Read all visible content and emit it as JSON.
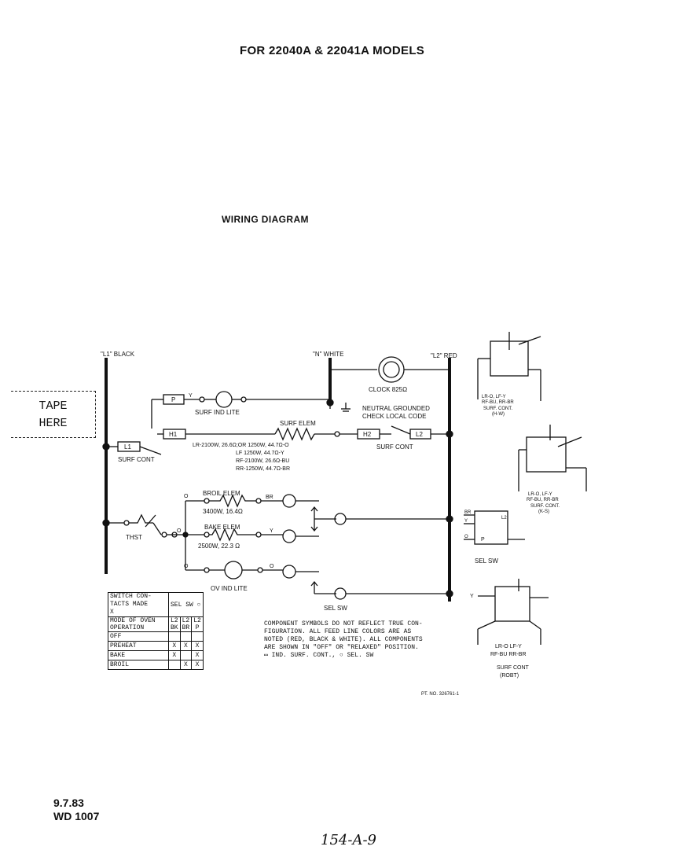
{
  "header": {
    "title": "FOR 22040A & 22041A MODELS",
    "subtitle": "WIRING DIAGRAM"
  },
  "tape": {
    "line1": "TAPE",
    "line2": "HERE"
  },
  "labels": {
    "l1": "\"L1\" BLACK",
    "n": "\"N\" WHITE",
    "l2": "\"L2\" RED",
    "clock": "CLOCK 825Ω",
    "surf_ind_lite": "SURF IND LITE",
    "neutral_line1": "NEUTRAL GROUNDED",
    "neutral_line2": "CHECK LOCAL CODE",
    "surf_elem": "SURF ELEM",
    "surf_cont_left": "SURF CONT",
    "surf_cont_right": "SURF CONT",
    "elem_line1": "LR-2100W, 26.6Ω;OR 1250W, 44.7Ω-O",
    "elem_line2": "LF 1250W, 44.7Ω-Y",
    "elem_line3": "RF-2100W, 26.6Ω-BU",
    "elem_line4": "RR-1250W, 44.7Ω-BR",
    "broil_elem": "BROIL ELEM",
    "broil_spec": "3400W, 16.4Ω",
    "bake_elem": "BAKE ELEM",
    "bake_spec": "2500W, 22.3 Ω",
    "thst": "THST",
    "ov_ind_lite": "OV IND LITE",
    "sel_sw": "SEL SW",
    "sel_sw_right": "SEL SW",
    "pt_no": "PT. NO. 326761-1",
    "p": "P",
    "y": "Y",
    "h1": "H1",
    "h2": "H2",
    "l1box": "L1",
    "l2box": "L2",
    "br": "BR",
    "o": "O",
    "surf_cont_hw": "SURF. CONT.",
    "surf_cont_hw_sub": "(H-W)",
    "surf_cont_ks": "SURF. CONT.",
    "surf_cont_ks_sub": "(K-S)",
    "surf_cont_robt": "SURF CONT",
    "surf_cont_robt_sub": "(ROBT)",
    "lr_lf_hw": "LR-O, LF-Y",
    "rf_rr_hw": "RF-BU, RR-BR",
    "lr_lf_ks": "LR-O, LF-Y",
    "rf_rr_ks": "RF-BU, RR-BR",
    "lr_lf_robt": "LR-O   LF-Y",
    "rf_rr_robt": "RF-BU  RR-BR"
  },
  "note": {
    "line1": "COMPONENT SYMBOLS DO NOT REFLECT TRUE CON-",
    "line2": "FIGURATION.  ALL FEED LINE COLORS ARE AS",
    "line3": "NOTED (RED, BLACK & WHITE).  ALL COMPONENTS",
    "line4": "ARE SHOWN IN \"OFF\" OR \"RELAXED\" POSITION.",
    "line5": "▭ IND. SURF. CONT.,  ○ SEL. SW"
  },
  "switch_table": {
    "header1": "SWITCH CON-",
    "header2": "TACTS MADE",
    "header3": "X",
    "sel_sw": "SEL SW ○",
    "mode_header": "MODE OF OVEN",
    "operation": "OPERATION",
    "cols": [
      "L2",
      "L2",
      "L2"
    ],
    "col_sub": [
      "BK",
      "BR",
      "P"
    ],
    "rows": [
      {
        "mode": "OFF",
        "v": [
          "",
          "",
          ""
        ]
      },
      {
        "mode": "PREHEAT",
        "v": [
          "X",
          "X",
          "X"
        ]
      },
      {
        "mode": "BAKE",
        "v": [
          "X",
          "",
          "X"
        ]
      },
      {
        "mode": "BROIL",
        "v": [
          "",
          "X",
          "X"
        ]
      }
    ]
  },
  "footer": {
    "date": "9.7.83",
    "doc": "WD 1007",
    "handwritten": "154-A-9"
  }
}
